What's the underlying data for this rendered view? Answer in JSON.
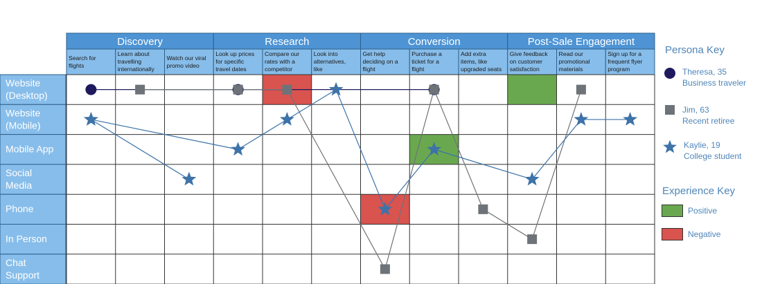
{
  "phases": [
    {
      "label": "Discovery",
      "steps": [
        "Search for flights",
        "Learn about travelling internationally",
        "Watch our viral promo video"
      ]
    },
    {
      "label": "Research",
      "steps": [
        "Look up prices for specific travel dates",
        "Compare our rates with a competitor",
        "Look into alternatives, like trains/buses"
      ]
    },
    {
      "label": "Conversion",
      "steps": [
        "Get help deciding on a flight",
        "Purchase a ticket for a flight",
        "Add extra items, like upgraded seats"
      ]
    },
    {
      "label": "Post-Sale Engagement",
      "steps": [
        "Give feedback on customer satisfaction",
        "Read our promotional materials",
        "Sign up for a frequent flyer program"
      ]
    }
  ],
  "channels": [
    "Website (Desktop)",
    "Website (Mobile)",
    "Mobile App",
    "Social Media",
    "Phone",
    "In Person",
    "Chat Support"
  ],
  "experience_cells": [
    {
      "step": 4,
      "channel": 0,
      "type": "negative"
    },
    {
      "step": 9,
      "channel": 0,
      "type": "positive"
    },
    {
      "step": 7,
      "channel": 2,
      "type": "positive"
    },
    {
      "step": 6,
      "channel": 4,
      "type": "negative"
    }
  ],
  "personas": [
    {
      "name": "Theresa, 35",
      "desc": "Business traveler",
      "marker": "circle",
      "color": "#1f1a5e",
      "path": [
        {
          "step": 0,
          "channel": 0
        },
        {
          "step": 3,
          "channel": 0
        },
        {
          "step": 7,
          "channel": 0
        }
      ]
    },
    {
      "name": "Jim, 63",
      "desc": "Recent retiree",
      "marker": "square",
      "color": "#6d7378",
      "path": [
        {
          "step": 1,
          "channel": 0
        },
        {
          "step": 3,
          "channel": 0
        },
        {
          "step": 4,
          "channel": 0
        },
        {
          "step": 6,
          "channel": 6
        },
        {
          "step": 7,
          "channel": 0
        },
        {
          "step": 8,
          "channel": 4
        },
        {
          "step": 9,
          "channel": 5
        },
        {
          "step": 10,
          "channel": 0
        }
      ]
    },
    {
      "name": "Kaylie, 19",
      "desc": "College student",
      "marker": "star",
      "color": "#3d73a8",
      "path": [
        {
          "step": 0,
          "channel": 1
        },
        {
          "step": 2,
          "channel": 3
        }
      ],
      "path2": [
        {
          "step": 0,
          "channel": 1
        },
        {
          "step": 3,
          "channel": 2
        },
        {
          "step": 4,
          "channel": 1
        },
        {
          "step": 5,
          "channel": 0
        },
        {
          "step": 6,
          "channel": 4
        },
        {
          "step": 7,
          "channel": 2
        },
        {
          "step": 9,
          "channel": 3
        },
        {
          "step": 10,
          "channel": 1
        },
        {
          "step": 11,
          "channel": 1
        }
      ]
    }
  ],
  "persona_key_title": "Persona Key",
  "experience_key": {
    "title": "Experience Key",
    "positive": "Positive",
    "negative": "Negative"
  },
  "colors": {
    "header": "#4e94d4",
    "subheader": "#87bdea",
    "row_header": "#87bdea",
    "positive": "#6aa84f",
    "negative": "#d9534f",
    "grid": "#333333"
  }
}
